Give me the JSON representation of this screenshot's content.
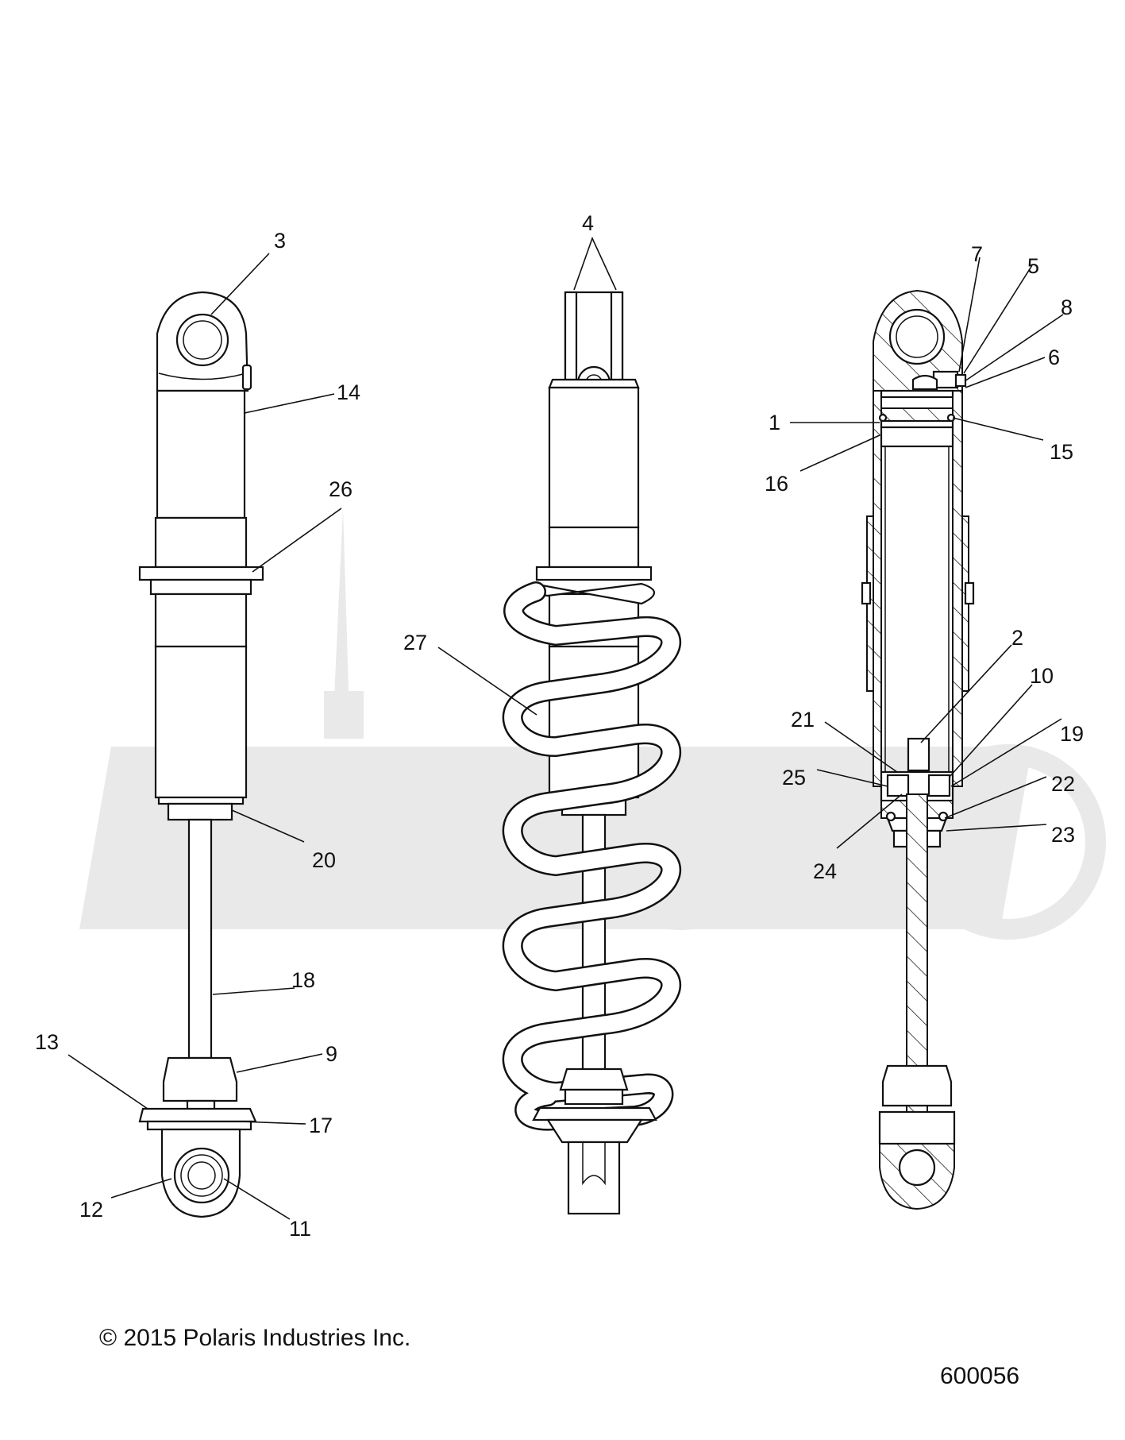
{
  "diagram": {
    "callouts": [
      {
        "id": "c1",
        "label": "1"
      },
      {
        "id": "c2",
        "label": "2"
      },
      {
        "id": "c3",
        "label": "3"
      },
      {
        "id": "c4",
        "label": "4"
      },
      {
        "id": "c5",
        "label": "5"
      },
      {
        "id": "c6",
        "label": "6"
      },
      {
        "id": "c7",
        "label": "7"
      },
      {
        "id": "c8",
        "label": "8"
      },
      {
        "id": "c9",
        "label": "9"
      },
      {
        "id": "c10",
        "label": "10"
      },
      {
        "id": "c11",
        "label": "11"
      },
      {
        "id": "c12",
        "label": "12"
      },
      {
        "id": "c13",
        "label": "13"
      },
      {
        "id": "c14",
        "label": "14"
      },
      {
        "id": "c15",
        "label": "15"
      },
      {
        "id": "c16",
        "label": "16"
      },
      {
        "id": "c17",
        "label": "17"
      },
      {
        "id": "c18",
        "label": "18"
      },
      {
        "id": "c19",
        "label": "19"
      },
      {
        "id": "c20",
        "label": "20"
      },
      {
        "id": "c21",
        "label": "21"
      },
      {
        "id": "c22",
        "label": "22"
      },
      {
        "id": "c23",
        "label": "23"
      },
      {
        "id": "c24",
        "label": "24"
      },
      {
        "id": "c25",
        "label": "25"
      },
      {
        "id": "c26",
        "label": "26"
      },
      {
        "id": "c27",
        "label": "27"
      }
    ]
  },
  "footer": {
    "copyright": "© 2015 Polaris Industries Inc.",
    "drawing_number": "600056"
  },
  "colors": {
    "line": "#111111",
    "watermark": "#e9e9e9",
    "background": "#ffffff"
  }
}
